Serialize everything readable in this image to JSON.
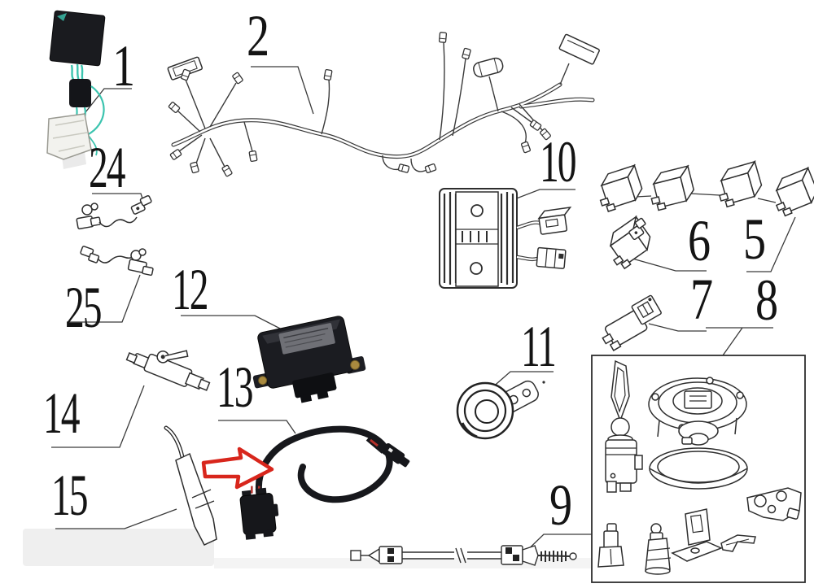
{
  "diagram": {
    "kind": "exploded-parts-diagram",
    "subject_icons": {
      "part1": "relay-with-wire-and-connector",
      "part2": "main-wiring-harness",
      "part5": "relay-cube",
      "part6": "relay-cube-with-plug",
      "part7": "starter-relay",
      "part8": "lock-set-box",
      "part9": "control-cable",
      "part10": "voltage-regulator-rectifier",
      "part11": "horn",
      "part12": "ecu-control-unit",
      "part13": "sensor-cable-loop",
      "part14": "switch-sensor",
      "part15": "spark-plug-cap",
      "part24": "wire-lead-a",
      "part25": "wire-lead-b",
      "annotation": "red-arrow"
    }
  },
  "callouts": {
    "n1": "1",
    "n2": "2",
    "n5": "5",
    "n6": "6",
    "n7": "7",
    "n8": "8",
    "n9": "9",
    "n10": "10",
    "n11": "11",
    "n12": "12",
    "n13": "13",
    "n14": "14",
    "n15": "15",
    "n24": "24",
    "n25": "25"
  },
  "colors": {
    "line_art": "#2e2e2e",
    "leader": "#3a3a3a",
    "arrow_red": "#d8261c",
    "photo_black": "#17181c",
    "wire_teal": "#3cc4af",
    "wire_red": "#b5302a",
    "connector_white": "#f2f2ee",
    "bolt_brass": "#a98a3f"
  }
}
